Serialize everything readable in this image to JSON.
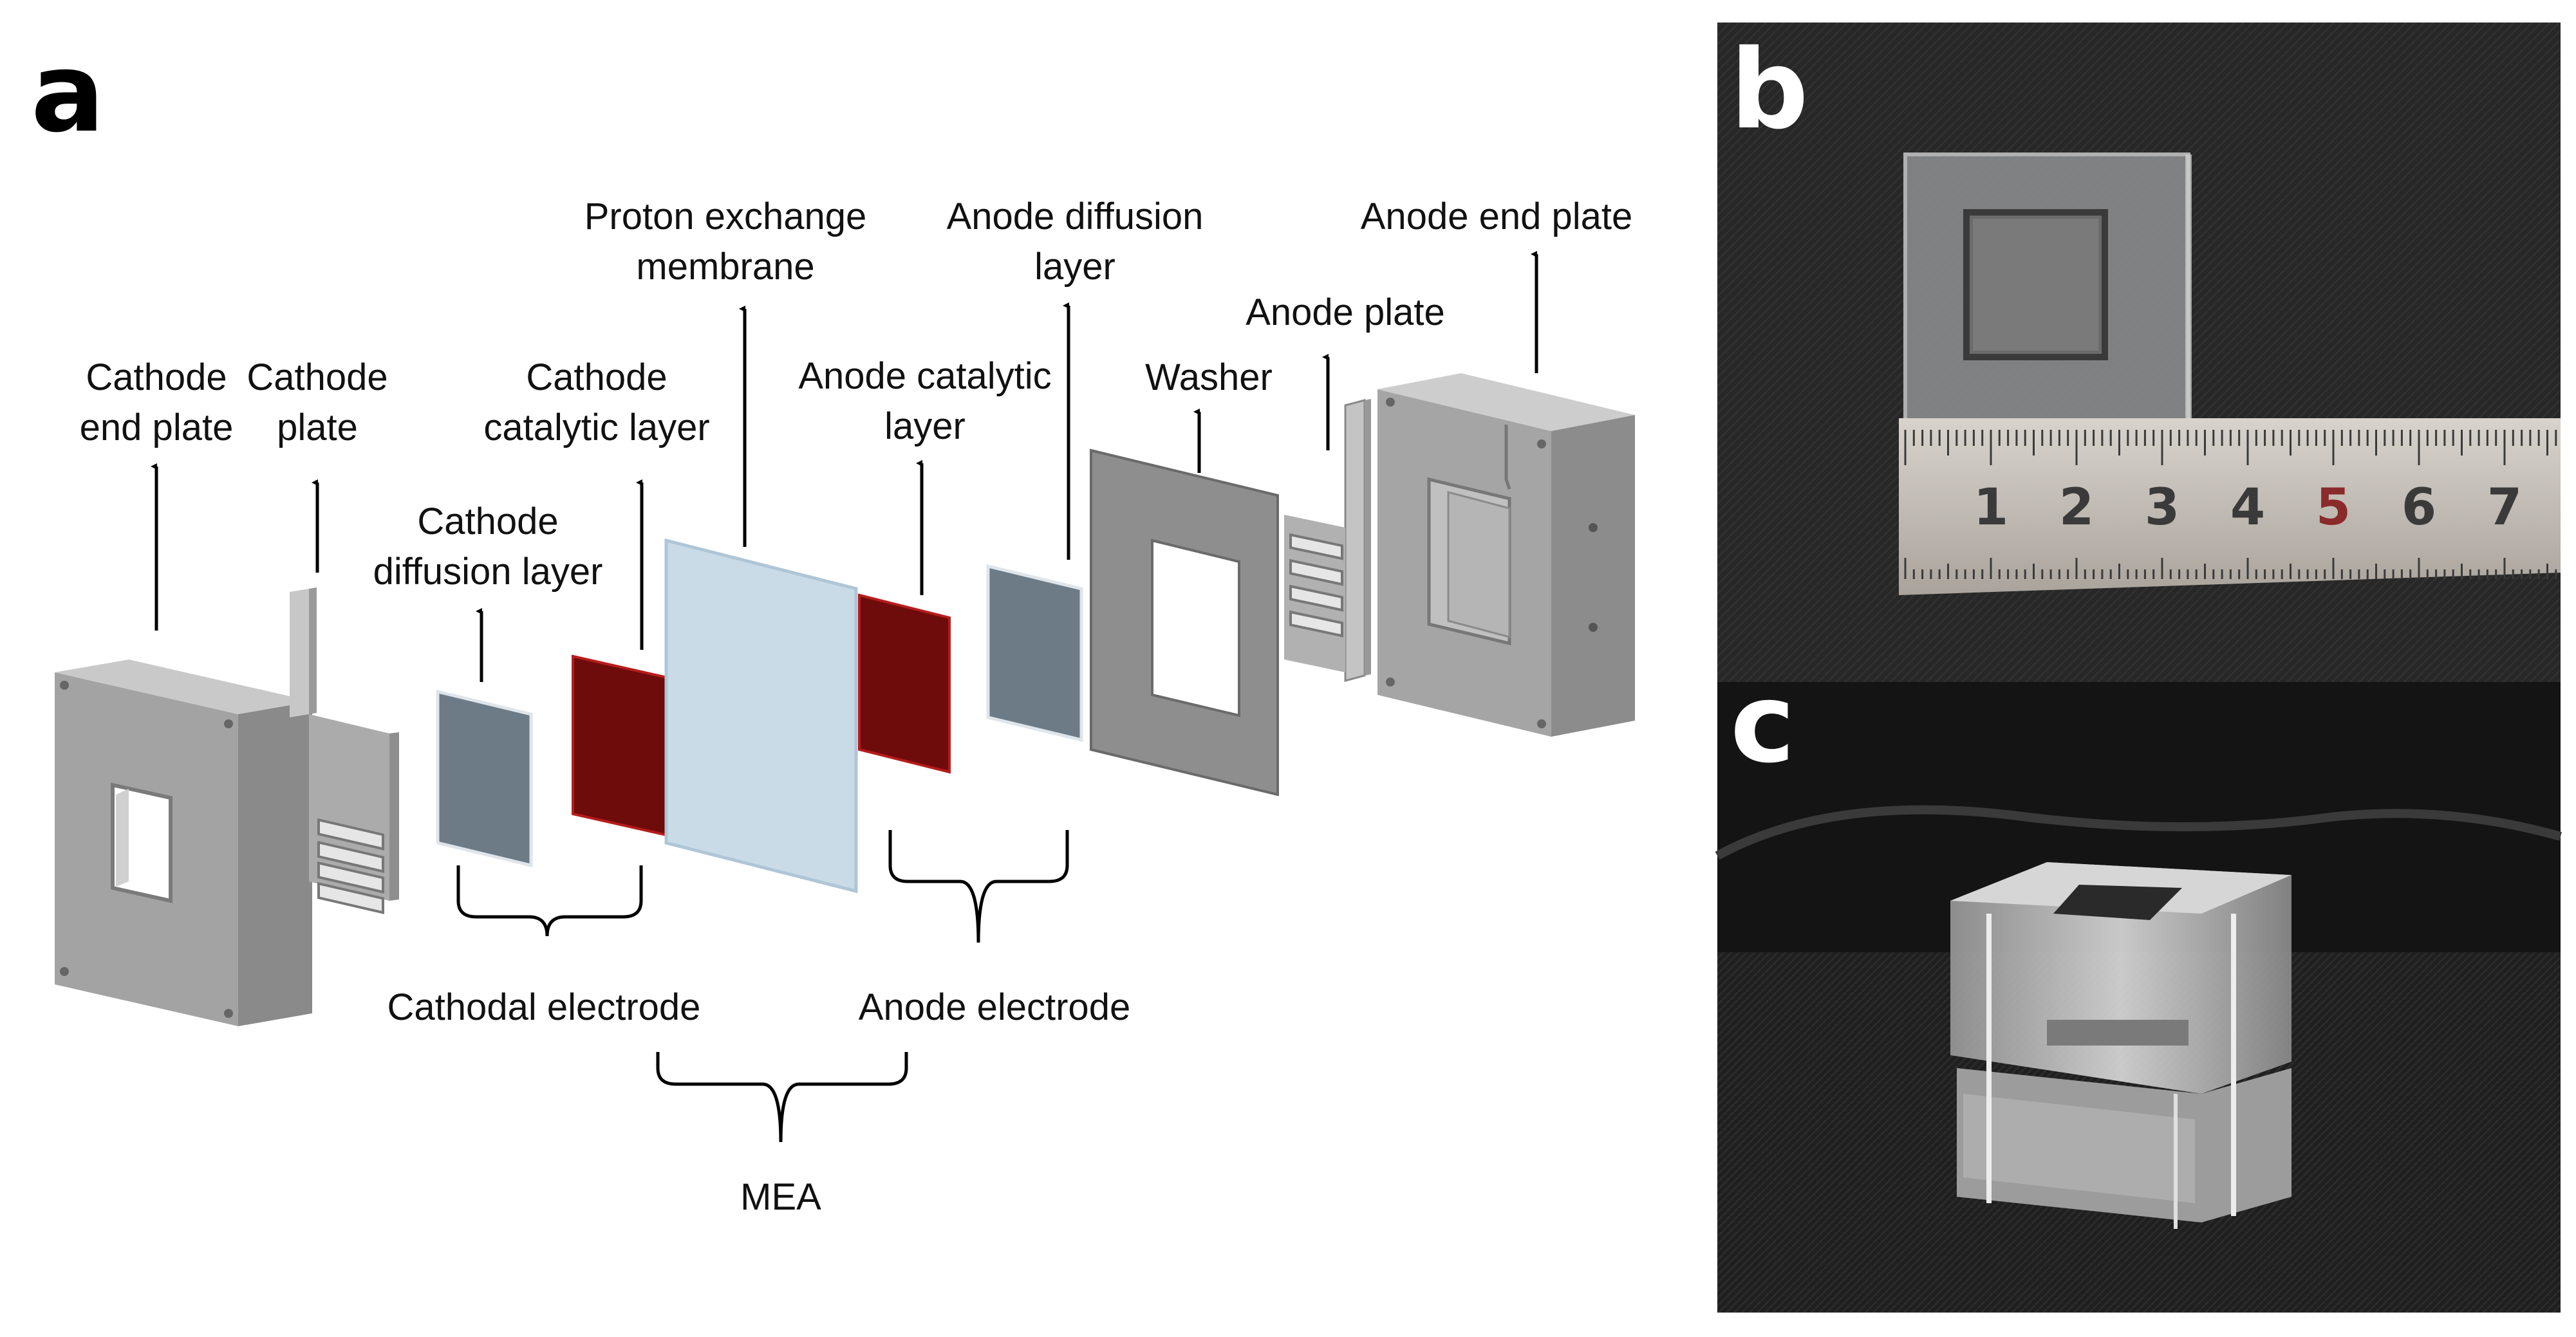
{
  "panel_labels": {
    "a": "a",
    "b": "b",
    "c": "c"
  },
  "components": {
    "cathode_end_plate": [
      "Cathode",
      "end plate"
    ],
    "cathode_plate": [
      "Cathode",
      "plate"
    ],
    "cathode_diffusion_layer": [
      "Cathode",
      "diffusion layer"
    ],
    "cathode_catalytic_layer": [
      "Cathode",
      "catalytic layer"
    ],
    "proton_exchange_membrane": [
      "Proton exchange",
      "membrane"
    ],
    "anode_catalytic_layer": [
      "Anode catalytic",
      "layer"
    ],
    "anode_diffusion_layer": [
      "Anode diffusion",
      "layer"
    ],
    "washer": "Washer",
    "anode_plate": "Anode plate",
    "anode_end_plate": "Anode end plate"
  },
  "groups": {
    "cathodal_electrode": "Cathodal electrode",
    "anode_electrode": "Anode electrode",
    "mea": "MEA"
  },
  "ruler_numbers": [
    "1",
    "2",
    "3",
    "4",
    "5",
    "6",
    "7"
  ],
  "colors": {
    "catalytic_layer": "#6e0b0b",
    "diffusion_layer": "#6c7b86",
    "membrane": "#c9dbe6",
    "plate_gray": "#b4b4b4",
    "photo_dark": "#2a2a2a"
  }
}
